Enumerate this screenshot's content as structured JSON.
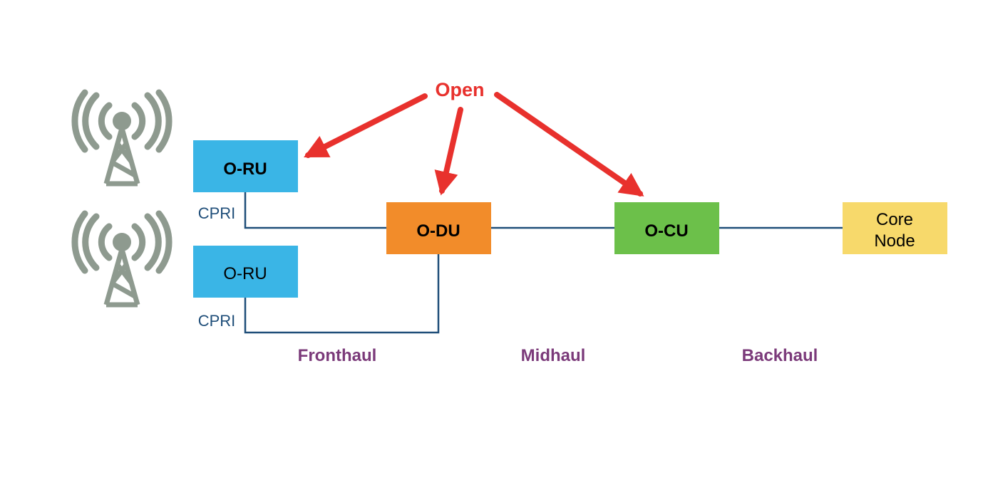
{
  "annotation": {
    "text": "Open",
    "color": "#e8312d"
  },
  "nodes": {
    "oru_top": {
      "label": "O-RU",
      "fill": "#3ab5e6"
    },
    "oru_bottom": {
      "label": "O-RU",
      "fill": "#3ab5e6"
    },
    "odu": {
      "label": "O-DU",
      "fill": "#f28c2a"
    },
    "ocu": {
      "label": "O-CU",
      "fill": "#6cc04a"
    },
    "core": {
      "label_line1": "Core",
      "label_line2": "Node",
      "fill": "#f7d96b"
    }
  },
  "links": {
    "cpri_top": {
      "label": "CPRI"
    },
    "cpri_bottom": {
      "label": "CPRI"
    },
    "line_color": "#1f4e79"
  },
  "segments": {
    "fronthaul": {
      "label": "Fronthaul"
    },
    "midhaul": {
      "label": "Midhaul"
    },
    "backhaul": {
      "label": "Backhaul"
    },
    "color": "#7b3a7a"
  },
  "icons": {
    "tower_top": {
      "name": "antenna-tower-icon",
      "color": "#8e9a8f"
    },
    "tower_bottom": {
      "name": "antenna-tower-icon",
      "color": "#8e9a8f"
    }
  }
}
